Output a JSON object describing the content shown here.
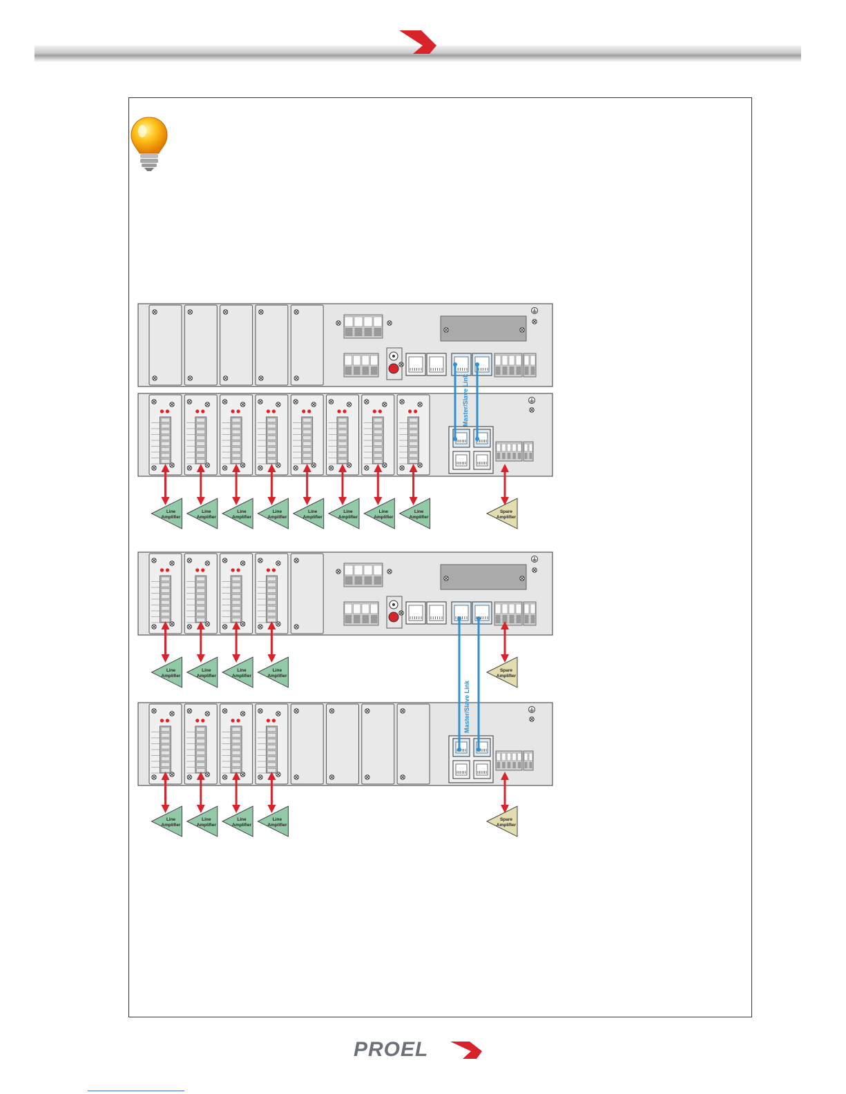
{
  "brand": {
    "name": "PROEL",
    "accent": "#d8232a",
    "logo_gray": "#6b7079"
  },
  "colors": {
    "panel": "#e6e6e6",
    "link": "#2d8fd4",
    "arrow": "#d8232a",
    "line_amp": "#92c9a6",
    "spare_amp": "#e3deb0"
  },
  "labels": {
    "line_amp": [
      "Line",
      "Amplifier"
    ],
    "spare_amp": [
      "Spare",
      "Amplifier"
    ],
    "link": "Master/Slave Link"
  },
  "icons": {
    "tip": "light-bulb-icon",
    "ground": "ground-symbol-icon",
    "screw": "screw-icon"
  },
  "units": [
    {
      "id": "config1-master",
      "modules": [
        0,
        0,
        0,
        0,
        0
      ],
      "type": "master"
    },
    {
      "id": "config1-slave",
      "modules": [
        1,
        1,
        1,
        1,
        1,
        1,
        1,
        1
      ],
      "type": "slave"
    },
    {
      "id": "config2-master",
      "modules": [
        1,
        1,
        1,
        1,
        0
      ],
      "type": "master"
    },
    {
      "id": "config2-slave",
      "modules": [
        1,
        1,
        1,
        1,
        0,
        0,
        0,
        0
      ],
      "type": "slave"
    }
  ]
}
